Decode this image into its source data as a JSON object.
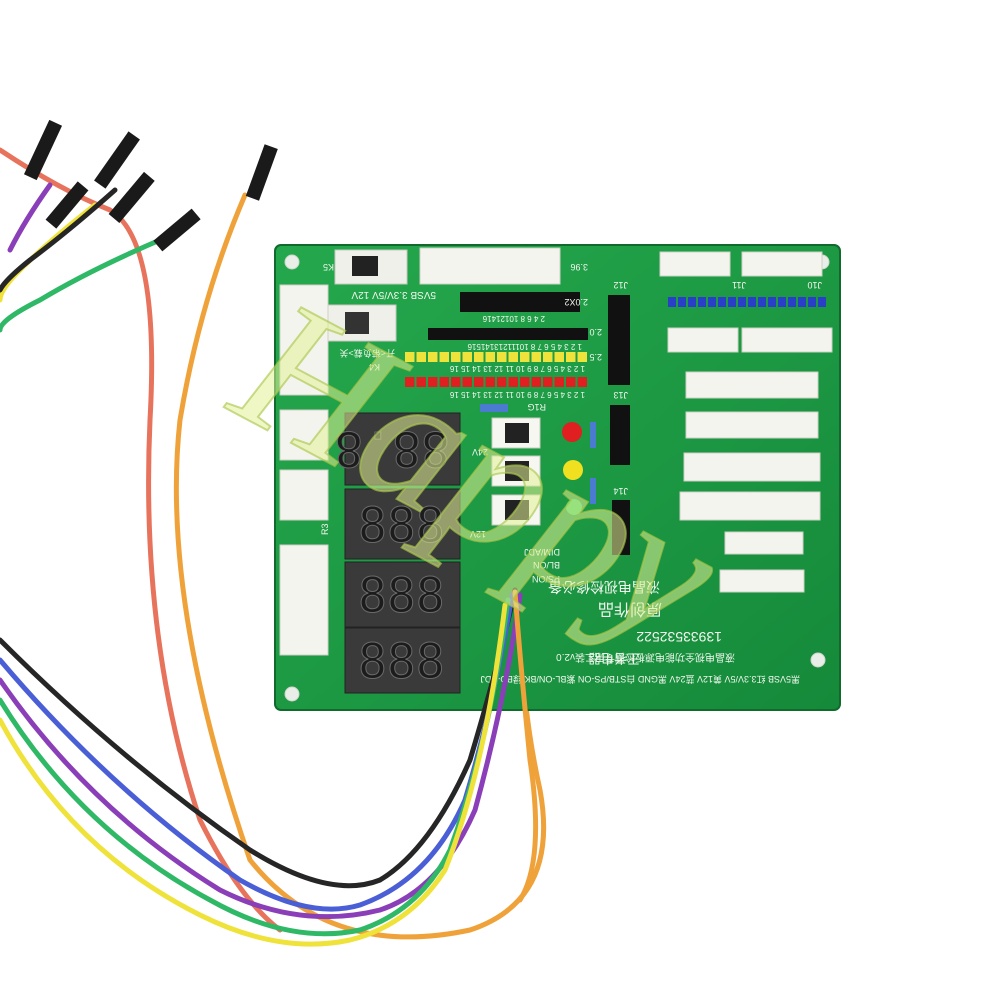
{
  "board": {
    "switch_label": "K5",
    "switch_voltages": "5VSB 3.3V/5V 12V",
    "connector_j12": "J12",
    "connector_j11": "J11",
    "connector_j10": "J10",
    "pitch_398": "3.96",
    "pitch_2x2": "2.0X2",
    "pitch_25": "2.5",
    "pitch_20": "2.0",
    "pin_row_top": "2 4 6 8 10121416",
    "pin_row_mid": "1 2 3 4 5 6 7 8 10111213141516",
    "pin_row_yellow": "1 2 3 4 5 6 7 8 9 10 11 12 13 14 15 16",
    "pin_row_red": "1 2 3 4 5 6 7 8 9 10 11 12 13 14 15 16",
    "switch_k4": "K4",
    "k4_caption": "开<带负载>关",
    "r_label": "R1G",
    "r3_label": "R3",
    "j13": "J13",
    "j14": "J14",
    "dim_label": "DIM/ADJ",
    "bl_label": "BL/ON",
    "voltage_24": "24V",
    "voltage_12": "12V",
    "ps_label": "PS/ON",
    "phone": "13933532522",
    "product_name": "原创作品",
    "subtitle": "液晶电视检修必备",
    "title_line": "液晶电视全功能电源板检测专用工装v2.0",
    "vendor": "王者电器",
    "pin_legend": "黑5VSB 红3.3V/5V 黄12V 蓝24V 黑GND 白STB/PS-ON 紫BL-ON/BK 绿BD-ADJ",
    "displays": [
      "88.8",
      "888",
      "888",
      "888"
    ]
  },
  "watermark": {
    "text": "Happy"
  },
  "colors": {
    "pcb": "#1f9a45",
    "pcb_dark": "#137a34",
    "silk": "#f2f7ef",
    "wire_orange": "#f0a23a",
    "wire_red": "#e8735c",
    "wire_purple": "#8a3fb8",
    "wire_green": "#2fb866",
    "wire_yellow": "#efe23a",
    "wire_blue": "#4a5ed6",
    "wire_black": "#262626",
    "watermark": "#d8e98a"
  }
}
